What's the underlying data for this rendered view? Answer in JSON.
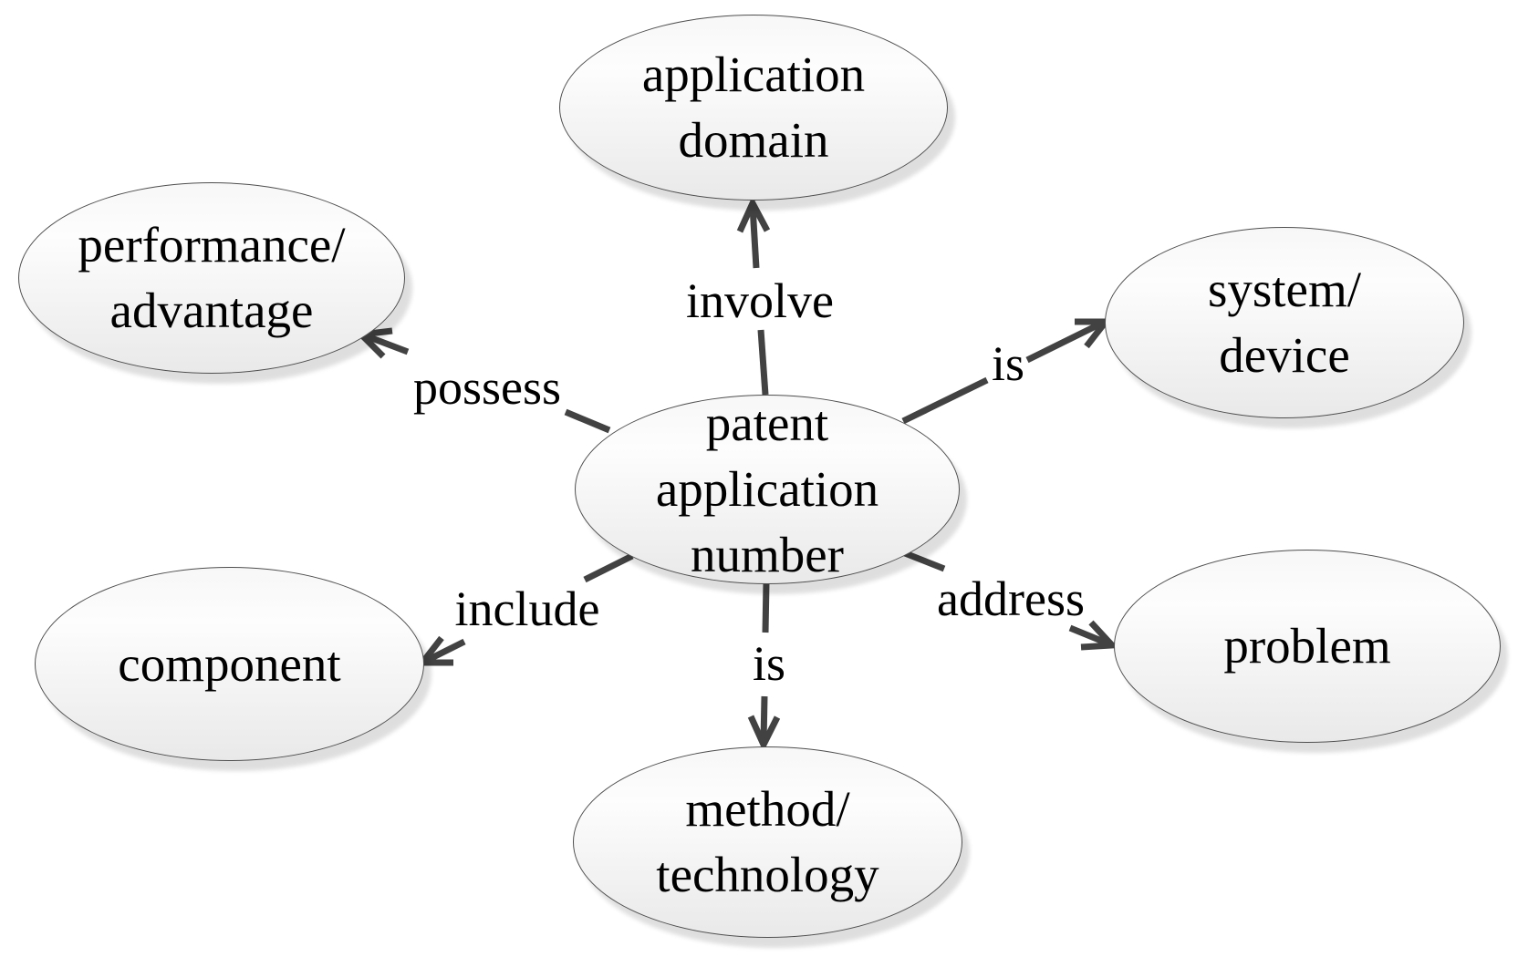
{
  "diagram_title": "",
  "colors": {
    "background": "#ffffff",
    "node_fill_top": "#f7f7f7",
    "node_fill_bottom": "#e9e9e9",
    "node_border": "#4f4f4f",
    "arrow": "#424242",
    "text": "#000000",
    "shadow": "#dddddd"
  },
  "nodes": {
    "center": {
      "label": "patent application number",
      "line1": "patent",
      "line2": "application",
      "line3": "number"
    },
    "application_domain": {
      "label": "application domain",
      "line1": "application",
      "line2": "domain"
    },
    "performance_advantage": {
      "label": "performance/advantage",
      "line1": "performance/",
      "line2": "advantage"
    },
    "system_device": {
      "label": "system/device",
      "line1": "system/",
      "line2": "device"
    },
    "component": {
      "label": "component",
      "line1": "component"
    },
    "problem": {
      "label": "problem",
      "line1": "problem"
    },
    "method_technology": {
      "label": "method/technology",
      "line1": "method/",
      "line2": "technology"
    }
  },
  "edges": [
    {
      "from": "patent application number",
      "to": "application domain",
      "label": "involve"
    },
    {
      "from": "patent application number",
      "to": "performance/advantage",
      "label": "possess"
    },
    {
      "from": "patent application number",
      "to": "system/device",
      "label": "is"
    },
    {
      "from": "patent application number",
      "to": "component",
      "label": "include"
    },
    {
      "from": "patent application number",
      "to": "problem",
      "label": "address"
    },
    {
      "from": "patent application number",
      "to": "method/technology",
      "label": "is"
    }
  ]
}
